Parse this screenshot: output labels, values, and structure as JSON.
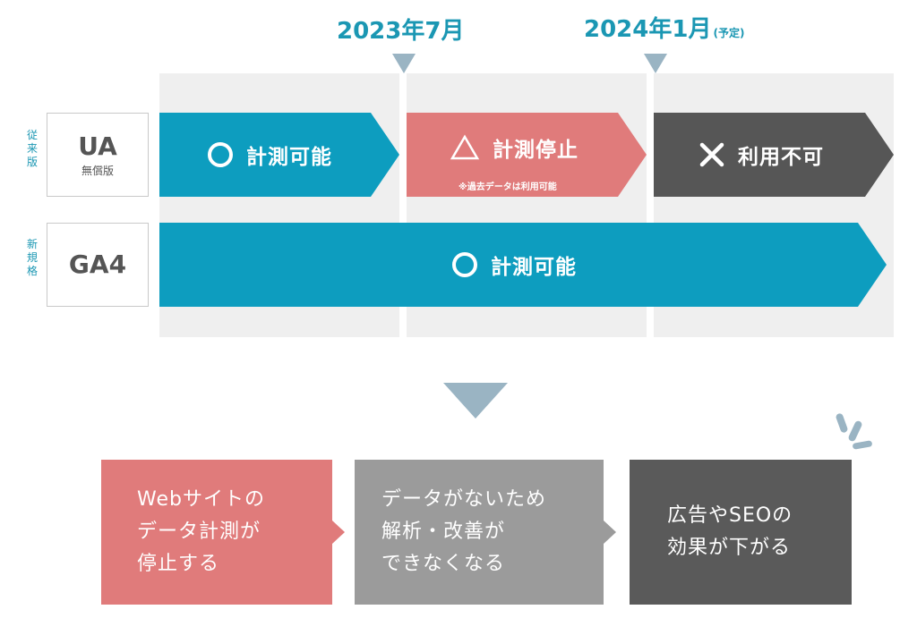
{
  "timeline": {
    "date1": {
      "year": "2023年7月",
      "note": ""
    },
    "date2": {
      "year": "2024年1月",
      "note": "(予定)"
    }
  },
  "rows": {
    "legacy": {
      "side_label": "従来版",
      "name": "UA",
      "sub": "無償版",
      "phase1": {
        "symbol": "circle",
        "label": "計測可能"
      },
      "phase2": {
        "symbol": "triangle",
        "label": "計測停止",
        "note": "※過去データは利用可能"
      },
      "phase3": {
        "symbol": "cross",
        "label": "利用不可"
      }
    },
    "new": {
      "side_label": "新規格",
      "name": "GA4",
      "phase": {
        "symbol": "circle",
        "label": "計測可能"
      }
    }
  },
  "consequences": [
    {
      "text": "Webサイトの\nデータ計測が\n停止する",
      "color": "#e07b7b"
    },
    {
      "text": "データがないため\n解析・改善が\nできなくなる",
      "color": "#9b9b9b"
    },
    {
      "text": "広告やSEOの\n効果が下がる",
      "color": "#5a5a5a"
    }
  ],
  "colors": {
    "accent": "#1b97b3",
    "arrow_blue": "#0d9dbf",
    "arrow_red": "#e07b7b",
    "arrow_dark": "#565656",
    "marker": "#9ab4c3"
  }
}
